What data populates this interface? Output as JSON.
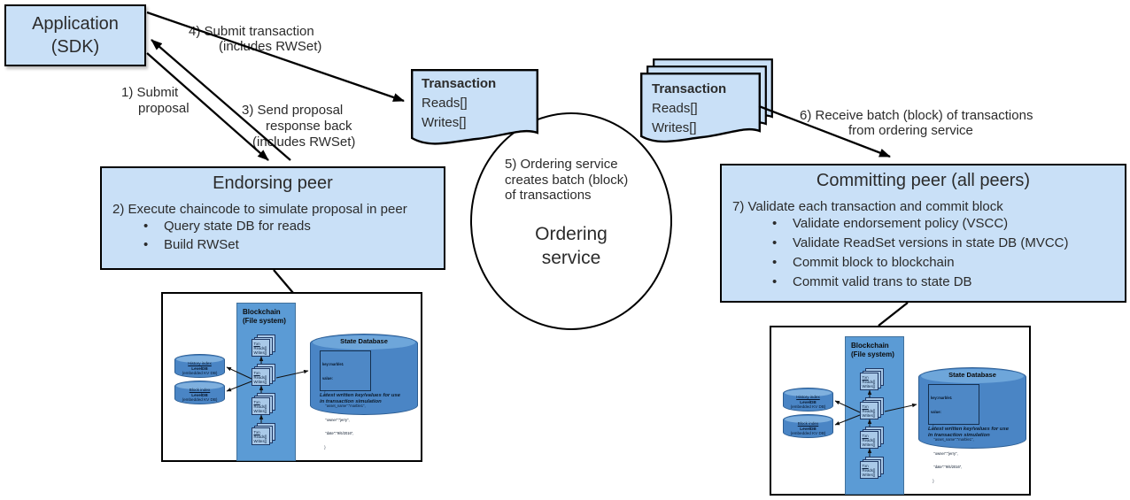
{
  "application": {
    "line1": "Application",
    "line2": "(SDK)"
  },
  "labels": {
    "submit_proposal": [
      "1) Submit",
      "proposal"
    ],
    "send_response": [
      "3) Send proposal",
      "response back",
      "(includes RWSet)"
    ],
    "submit_transaction": [
      "4) Submit transaction",
      "(includes RWSet)"
    ],
    "receive_batch": [
      "6) Receive batch (block) of transactions",
      "from ordering service"
    ]
  },
  "transaction_doc": {
    "title": "Transaction",
    "lines": [
      "Reads[]",
      "Writes[]"
    ]
  },
  "ordering": {
    "note": [
      "5) Ordering service",
      "creates batch (block)",
      "of transactions"
    ],
    "title": [
      "Ordering",
      "service"
    ]
  },
  "endorsing_peer": {
    "title": "Endorsing peer",
    "step": "2) Execute chaincode to simulate proposal in peer",
    "bullets": [
      "Query state DB for reads",
      "Build RWSet"
    ]
  },
  "committing_peer": {
    "title": "Committing peer (all peers)",
    "step": "7) Validate each transaction and commit block",
    "bullets": [
      "Validate endorsement policy (VSCC)",
      "Validate ReadSet versions in state DB (MVCC)",
      "Commit block to blockchain",
      "Commit valid trans to state DB"
    ]
  },
  "peer_internals": {
    "blockchain_title": [
      "Blockchain",
      "(File system)"
    ],
    "txn_doc": {
      "title": "Txn",
      "lines": [
        "Reads[]",
        "Writes[]"
      ]
    },
    "history_db": [
      "History index",
      "LevelDB",
      "(embedded KV DB)"
    ],
    "block_db": [
      "Block index",
      "LevelDB",
      "(embedded KV DB)"
    ],
    "state_db": {
      "title": "State Database",
      "kv": [
        "key:marble1",
        "value:",
        "  {",
        "   \"asset_name\":\"marble1\",",
        "   \"owner\":\"jerry\",",
        "   \"date\":\"9/6/2016\",",
        "  }"
      ],
      "note": [
        "Latest written key/values for use",
        "in transaction simulation"
      ]
    }
  },
  "colors": {
    "box_fill": "#c9e0f7",
    "diagram_blue": "#5b9bd5",
    "cyl_blue": "#4a85c5",
    "page_blue": "#a9c9e8",
    "ink": "#2b2b2b"
  }
}
